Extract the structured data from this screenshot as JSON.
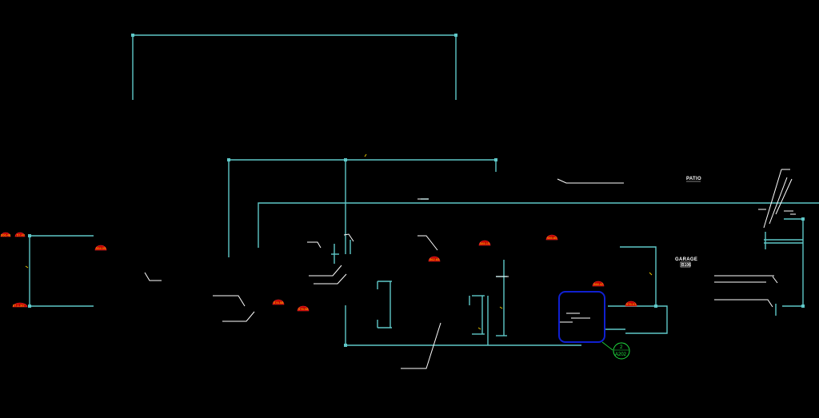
{
  "room_labels": [
    {
      "name": "PATIO",
      "number": ""
    },
    {
      "name": "GARAGE",
      "number": "B106"
    }
  ],
  "tags": [
    "566.48",
    "57.47",
    "554.05",
    "57.1.3/2",
    "562.65",
    "585.15",
    "585.80",
    "576.58",
    "576.08",
    "588.42",
    "576.01"
  ],
  "section_marker": {
    "number": "2",
    "sheet": "A202"
  },
  "colors": {
    "background": "#000000",
    "walls": "#5fc8c8",
    "linework": "#ffffff",
    "tags": "#ffd400",
    "selection": "#1020d0",
    "section": "#20e040"
  }
}
